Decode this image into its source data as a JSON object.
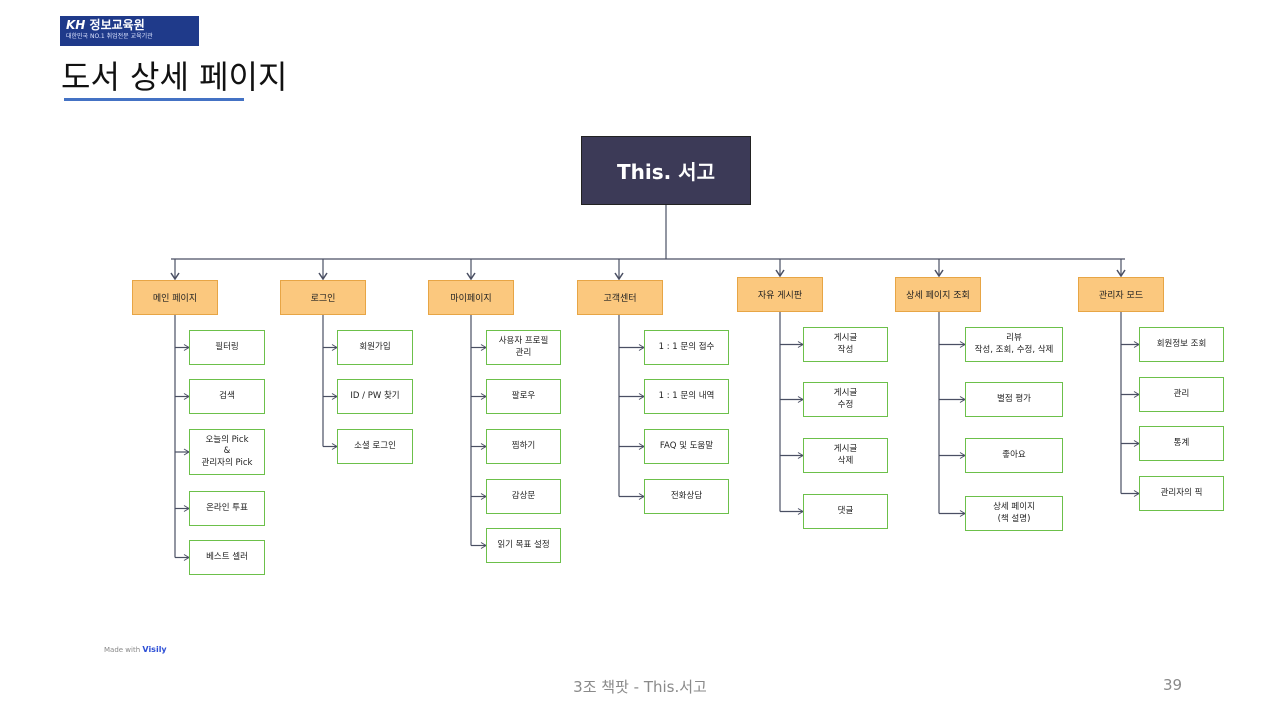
{
  "header": {
    "logo_brand_kh": "KH",
    "logo_brand_name": "정보교육원",
    "logo_subtitle": "대한민국 NO.1 취업전문 교육기관",
    "title": "도서 상세  페이지"
  },
  "diagram": {
    "root": "This. 서고",
    "categories": [
      {
        "label": "메인 페이지",
        "items": [
          "필터링",
          "검색",
          "오늘의 Pick\n&\n관리자의 Pick",
          "온라인 투표",
          "베스트 셀러"
        ]
      },
      {
        "label": "로그인",
        "items": [
          "회원가입",
          "ID / PW 찾기",
          "소셜 로그인"
        ]
      },
      {
        "label": "마이페이지",
        "items": [
          "사용자 프로필\n관리",
          "팔로우",
          "찜하기",
          "감상문",
          "읽기 목표 설정"
        ]
      },
      {
        "label": "고객센터",
        "items": [
          "1 : 1 문의 접수",
          "1 : 1 문의 내역",
          "FAQ 및 도움말",
          "전화상담"
        ]
      },
      {
        "label": "자유 게시판",
        "items": [
          "게시글\n작성",
          "게시글\n수정",
          "게시글\n삭제",
          "댓글"
        ]
      },
      {
        "label": "상세 페이지 조회",
        "items": [
          "리뷰\n작성, 조회, 수정, 삭제",
          "별점 평가",
          "좋아요",
          "상세 페이지\n(책 설명)"
        ]
      },
      {
        "label": "관리자 모드",
        "items": [
          "회원정보 조회",
          "관리",
          "통계",
          "관리자의 픽"
        ]
      }
    ]
  },
  "footer": {
    "made_with_prefix": "Made with",
    "made_with_brand": "Visily",
    "text": "3조 책팟 - This.서고",
    "page_number": "39"
  },
  "colors": {
    "root_fill": "#3c3a57",
    "category_fill": "#fbc87e",
    "leaf_border": "#6cc04a",
    "title_rule": "#4472c4",
    "connector": "#4a4f63"
  }
}
